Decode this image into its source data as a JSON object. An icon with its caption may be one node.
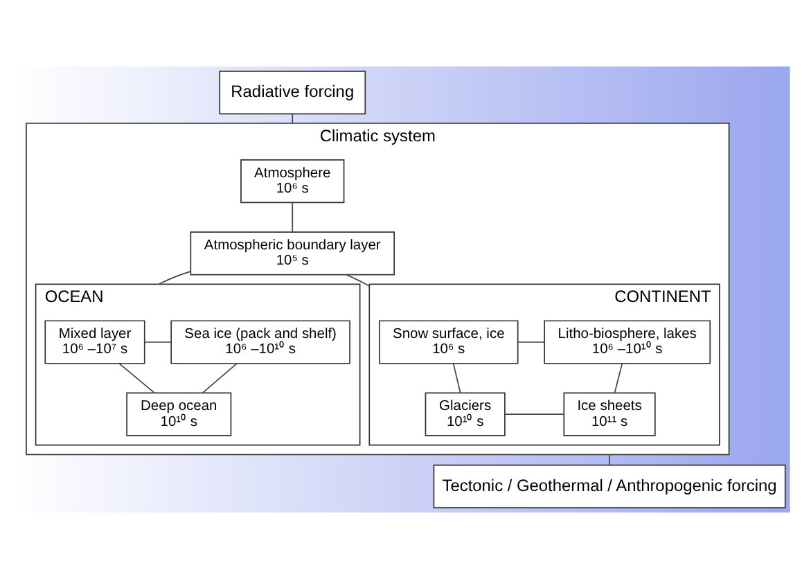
{
  "diagram": {
    "nodes": [
      {
        "text": [
          "Radiative forcing"
        ]
      },
      {
        "text": [
          "Climatic system"
        ]
      },
      {
        "text": [
          "Atmosphere",
          "10⁶ s"
        ],
        "in": 1
      },
      {
        "text": [
          "Atmospheric boundary layer",
          "10⁵ s"
        ],
        "in": 1
      },
      {
        "text": [
          "OCEAN"
        ],
        "in": 1
      },
      {
        "text": [
          "Mixed layer",
          "10⁶ –10⁷ s"
        ],
        "in": 4
      },
      {
        "text": [
          "Sea ice (pack and shelf)",
          "10⁶ –10¹⁰ s"
        ],
        "in": 4
      },
      {
        "text": [
          "Deep ocean",
          "10¹⁰ s"
        ],
        "in": 4
      },
      {
        "text": [
          "CONTINENT"
        ],
        "in": 1
      },
      {
        "text": [
          "Snow surface, ice",
          "10⁶ s"
        ],
        "in": 8
      },
      {
        "text": [
          "Litho-biosphere, lakes",
          "10⁶ –10¹⁰ s"
        ],
        "in": 8
      },
      {
        "text": [
          "Glaciers",
          "10¹⁰ s"
        ],
        "in": 8
      },
      {
        "text": [
          "Ice sheets",
          "10¹¹ s"
        ],
        "in": 8
      },
      {
        "text": [
          "Tectonic / Geothermal / Anthropogenic forcing"
        ]
      }
    ],
    "edges": [
      {
        "from": 0,
        "to": 1,
        "arrow": "none"
      },
      {
        "from": 2,
        "to": 3,
        "arrow": "none"
      },
      {
        "from": 3,
        "to": 4,
        "arrow": "none"
      },
      {
        "from": 3,
        "to": 8,
        "arrow": "none"
      },
      {
        "from": 5,
        "to": 6,
        "arrow": "none"
      },
      {
        "from": 5,
        "to": 7,
        "arrow": "none"
      },
      {
        "from": 6,
        "to": 7,
        "arrow": "none"
      },
      {
        "from": 9,
        "to": 10,
        "arrow": "none"
      },
      {
        "from": 9,
        "to": 11,
        "arrow": "none"
      },
      {
        "from": 10,
        "to": 12,
        "arrow": "none"
      },
      {
        "from": 11,
        "to": 12,
        "arrow": "none"
      },
      {
        "from": 1,
        "to": 13,
        "arrow": "none"
      }
    ]
  }
}
